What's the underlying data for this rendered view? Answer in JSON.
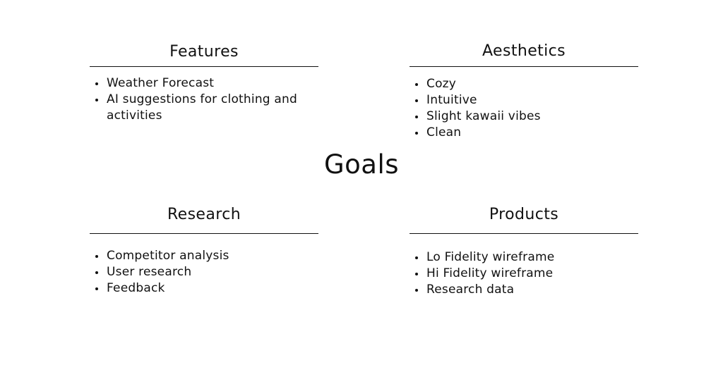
{
  "diagram": {
    "title": "Goals",
    "quadrants": [
      {
        "heading": "Features",
        "items": [
          "Weather Forecast",
          "AI suggestions for clothing and activities"
        ]
      },
      {
        "heading": "Aesthetics",
        "items": [
          "Cozy",
          "Intuitive",
          "Slight kawaii vibes",
          "Clean"
        ]
      },
      {
        "heading": "Research",
        "items": [
          "Competitor analysis",
          "User research",
          "Feedback"
        ]
      },
      {
        "heading": "Products",
        "items": [
          "Lo Fidelity wireframe",
          "Hi Fidelity wireframe",
          "Research data"
        ]
      }
    ]
  }
}
